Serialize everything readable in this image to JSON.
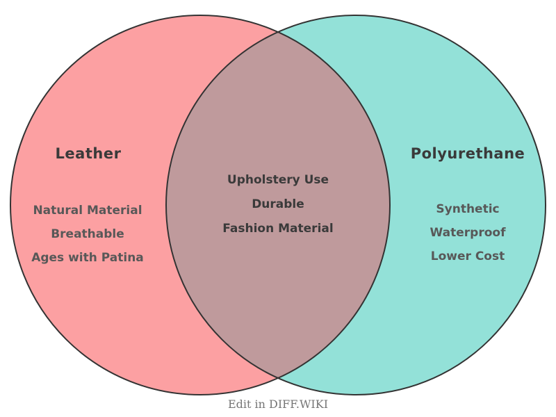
{
  "diagram": {
    "type": "venn",
    "left": {
      "title": "Leather",
      "items": [
        "Natural Material",
        "Breathable",
        "Ages with Patina"
      ],
      "color": "#FCA0A2"
    },
    "right": {
      "title": "Polyurethane",
      "items": [
        "Synthetic",
        "Waterproof",
        "Lower Cost"
      ],
      "color": "#93E1D8"
    },
    "overlap": {
      "items": [
        "Upholstery Use",
        "Durable",
        "Fashion Material"
      ],
      "color": "#BF9A9C"
    },
    "outline_color": "#333333",
    "footer": "Edit in DIFF.WIKI"
  }
}
